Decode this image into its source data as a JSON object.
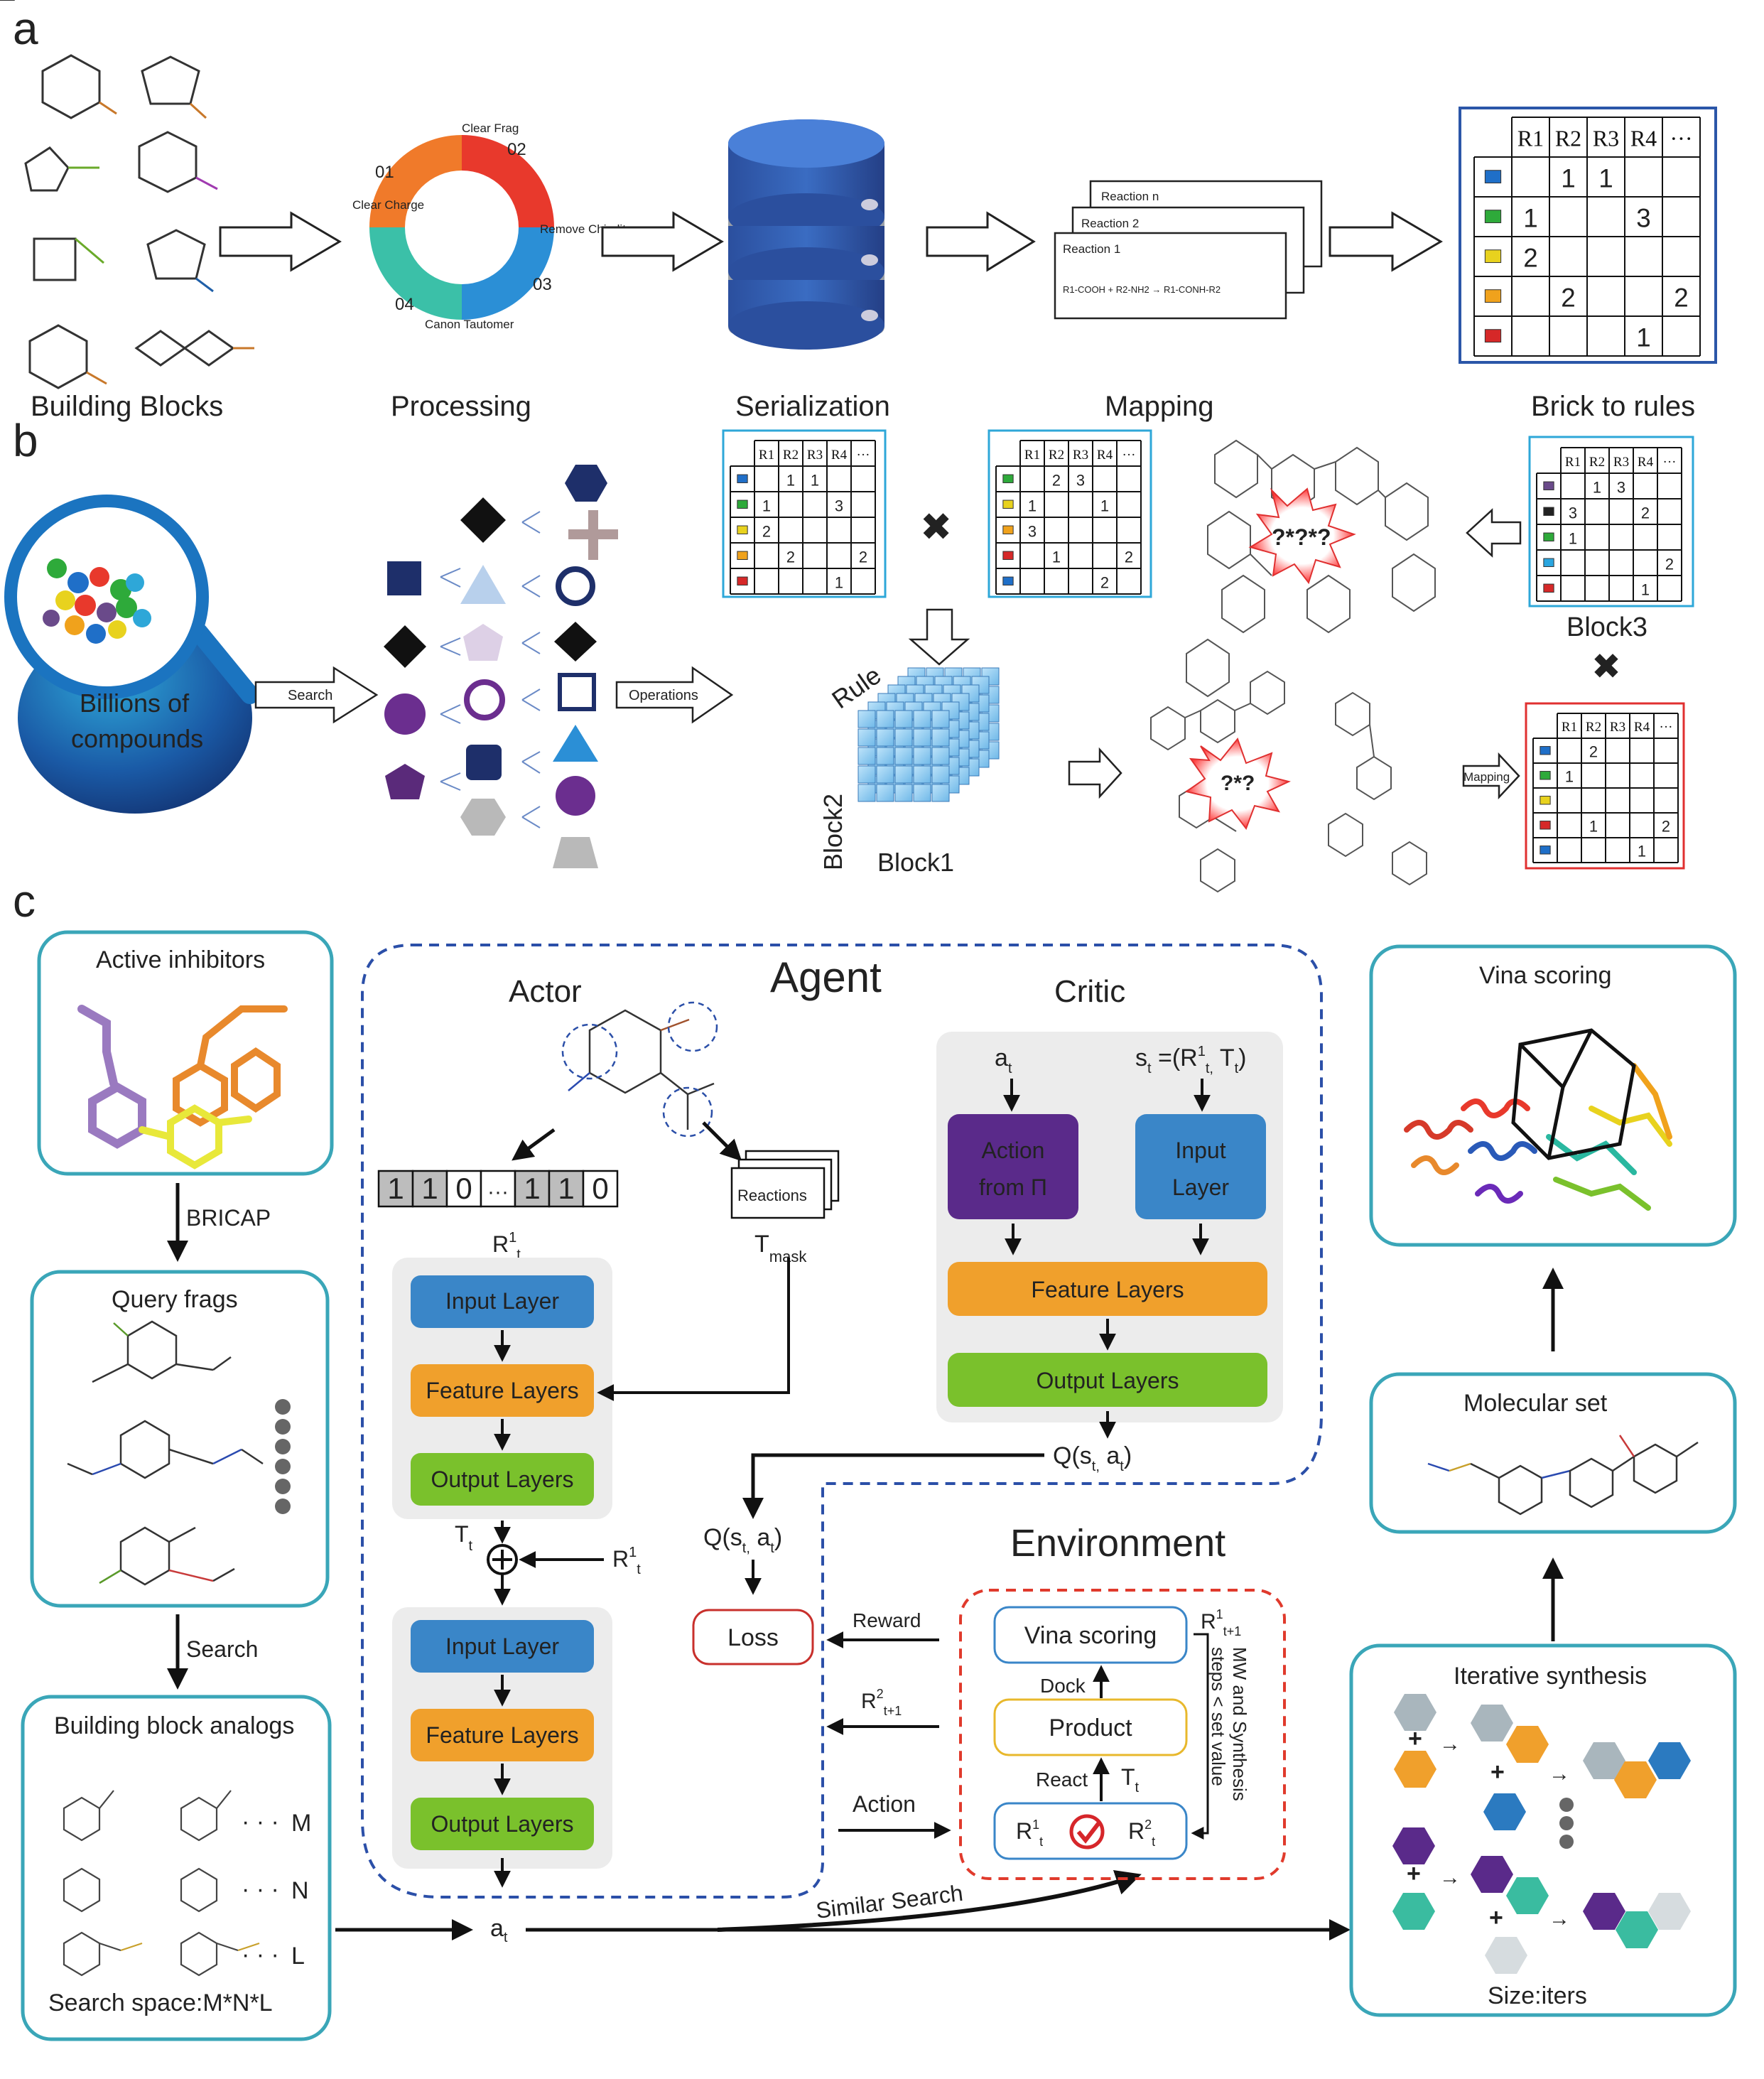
{
  "panel_labels": [
    "a",
    "b",
    "c"
  ],
  "panel_a": {
    "stage_labels": [
      "Building Blocks",
      "Processing",
      "Serialization",
      "Mapping",
      "Brick to rules"
    ],
    "processing_steps": [
      {
        "num": "01",
        "label": "Clear Charge"
      },
      {
        "num": "02",
        "label": "Clear Frag"
      },
      {
        "num": "03",
        "label": "Remove Chirality"
      },
      {
        "num": "04",
        "label": "Canon Tautomer"
      }
    ],
    "reactions": [
      "Reaction n",
      "Reaction 2",
      "Reaction 1"
    ],
    "reaction_formula": "R1-COOH + R2-NH2 → R1-CONH-R2",
    "table": {
      "headers": [
        "R1",
        "R2",
        "R3",
        "R4",
        "···"
      ],
      "rows": [
        {
          "color": "#1f6fc8",
          "cells": [
            "",
            "1",
            "1",
            "",
            ""
          ]
        },
        {
          "color": "#2eaa3a",
          "cells": [
            "1",
            "",
            "",
            "3",
            ""
          ]
        },
        {
          "color": "#e8d21e",
          "cells": [
            "2",
            "",
            "",
            "",
            ""
          ]
        },
        {
          "color": "#f0a21c",
          "cells": [
            "",
            "2",
            "",
            "",
            "2"
          ]
        },
        {
          "color": "#d62828",
          "cells": [
            "",
            "",
            "",
            "1",
            ""
          ]
        }
      ]
    }
  },
  "panel_b": {
    "lens_text": [
      "Billions of",
      "compounds"
    ],
    "arrow_search": "Search",
    "arrow_operations": "Operations",
    "arrow_mapping": "Mapping",
    "cube_labels": {
      "rule": "Rule",
      "block1": "Block1",
      "block2": "Block2"
    },
    "block3_label": "Block3",
    "burst_large": "?*?*?",
    "burst_small": "?*?",
    "table_headers": [
      "R1",
      "R2",
      "R3",
      "R4",
      "···"
    ],
    "table1_rows": [
      {
        "color": "#1f6fc8",
        "cells": [
          "",
          "1",
          "1",
          "",
          ""
        ]
      },
      {
        "color": "#2eaa3a",
        "cells": [
          "1",
          "",
          "",
          "3",
          ""
        ]
      },
      {
        "color": "#e8d21e",
        "cells": [
          "2",
          "",
          "",
          "",
          ""
        ]
      },
      {
        "color": "#f0a21c",
        "cells": [
          "",
          "2",
          "",
          "",
          "2"
        ]
      },
      {
        "color": "#d62828",
        "cells": [
          "",
          "",
          "",
          "1",
          ""
        ]
      }
    ],
    "table2_rows": [
      {
        "color": "#2eaa3a",
        "cells": [
          "",
          "2",
          "3",
          "",
          ""
        ]
      },
      {
        "color": "#e8d21e",
        "cells": [
          "1",
          "",
          "",
          "1",
          ""
        ]
      },
      {
        "color": "#f0a21c",
        "cells": [
          "3",
          "",
          "",
          "",
          ""
        ]
      },
      {
        "color": "#d62828",
        "cells": [
          "",
          "1",
          "",
          "",
          "2"
        ]
      },
      {
        "color": "#1f6fc8",
        "cells": [
          "",
          "",
          "",
          "2",
          ""
        ]
      }
    ],
    "table3_rows": [
      {
        "color": "#6a4a8a",
        "cells": [
          "",
          "1",
          "3",
          "",
          ""
        ]
      },
      {
        "color": "#222222",
        "cells": [
          "3",
          "",
          "",
          "2",
          ""
        ]
      },
      {
        "color": "#2eaa3a",
        "cells": [
          "1",
          "",
          "",
          "",
          ""
        ]
      },
      {
        "color": "#2aa6e0",
        "cells": [
          "",
          "",
          "",
          "",
          "2"
        ]
      },
      {
        "color": "#d62828",
        "cells": [
          "",
          "",
          "",
          "1",
          ""
        ]
      }
    ],
    "table4_rows": [
      {
        "color": "#1f6fc8",
        "cells": [
          "",
          "2",
          "",
          "",
          ""
        ]
      },
      {
        "color": "#2eaa3a",
        "cells": [
          "1",
          "",
          "",
          "",
          ""
        ]
      },
      {
        "color": "#e8d21e",
        "cells": [
          "",
          "",
          "",
          "",
          ""
        ]
      },
      {
        "color": "#d62828",
        "cells": [
          "",
          "1",
          "",
          "",
          "2"
        ]
      },
      {
        "color": "#1f6fc8",
        "cells": [
          "",
          "",
          "",
          "1",
          ""
        ]
      }
    ]
  },
  "panel_c": {
    "active_inhibitors": "Active inhibitors",
    "bricap": "BRICAP",
    "query_frags": "Query frags",
    "search": "Search",
    "building_block_analogs": "Building block analogs",
    "analog_counts": [
      "M",
      "N",
      "L"
    ],
    "search_space": "Search space:M*N*L",
    "agent_title": "Agent",
    "actor_title": "Actor",
    "critic_title": "Critic",
    "bit_vector": [
      "1",
      "1",
      "0",
      "···",
      "1",
      "1",
      "0"
    ],
    "reactions_label": "Reactions",
    "r1t_label": "R¹t",
    "tmask_label": "T mask",
    "tt_label": "Tt",
    "r1t_plus": "R¹t",
    "actor_stack1": [
      "Input Layer",
      "Feature Layers",
      "Output Layers"
    ],
    "actor_stack2": [
      "Input Layer",
      "Feature Layers",
      "Output Layers"
    ],
    "critic_at": "at",
    "critic_st": "st =(R¹t, Tt)",
    "action_from_pi": [
      "Action",
      "from Π"
    ],
    "critic_input_layer": [
      "Input",
      "Layer"
    ],
    "critic_feature_layers": "Feature Layers",
    "critic_output_layers": "Output Layers",
    "q_value": "Q(st, at)",
    "q_value2": "Q(st, at)",
    "loss": "Loss",
    "environment_title": "Environment",
    "reward": "Reward",
    "r2_next": "R²t+1",
    "action": "Action",
    "vina_scoring_box": "Vina scoring",
    "dock": "Dock",
    "product": "Product",
    "react": "React",
    "tt_env": "Tt",
    "r1_next": "R¹t+1",
    "r1t_env": "R¹t",
    "r2t_env": "R²t",
    "constraint": [
      "MW and Synthesis",
      "steps < set value"
    ],
    "similar_search": "Similar Search",
    "at_bottom": "at",
    "vina_scoring_panel": "Vina scoring",
    "molecular_set": "Molecular set",
    "iterative_synthesis": "Iterative synthesis",
    "size_iters": "Size:iters"
  }
}
